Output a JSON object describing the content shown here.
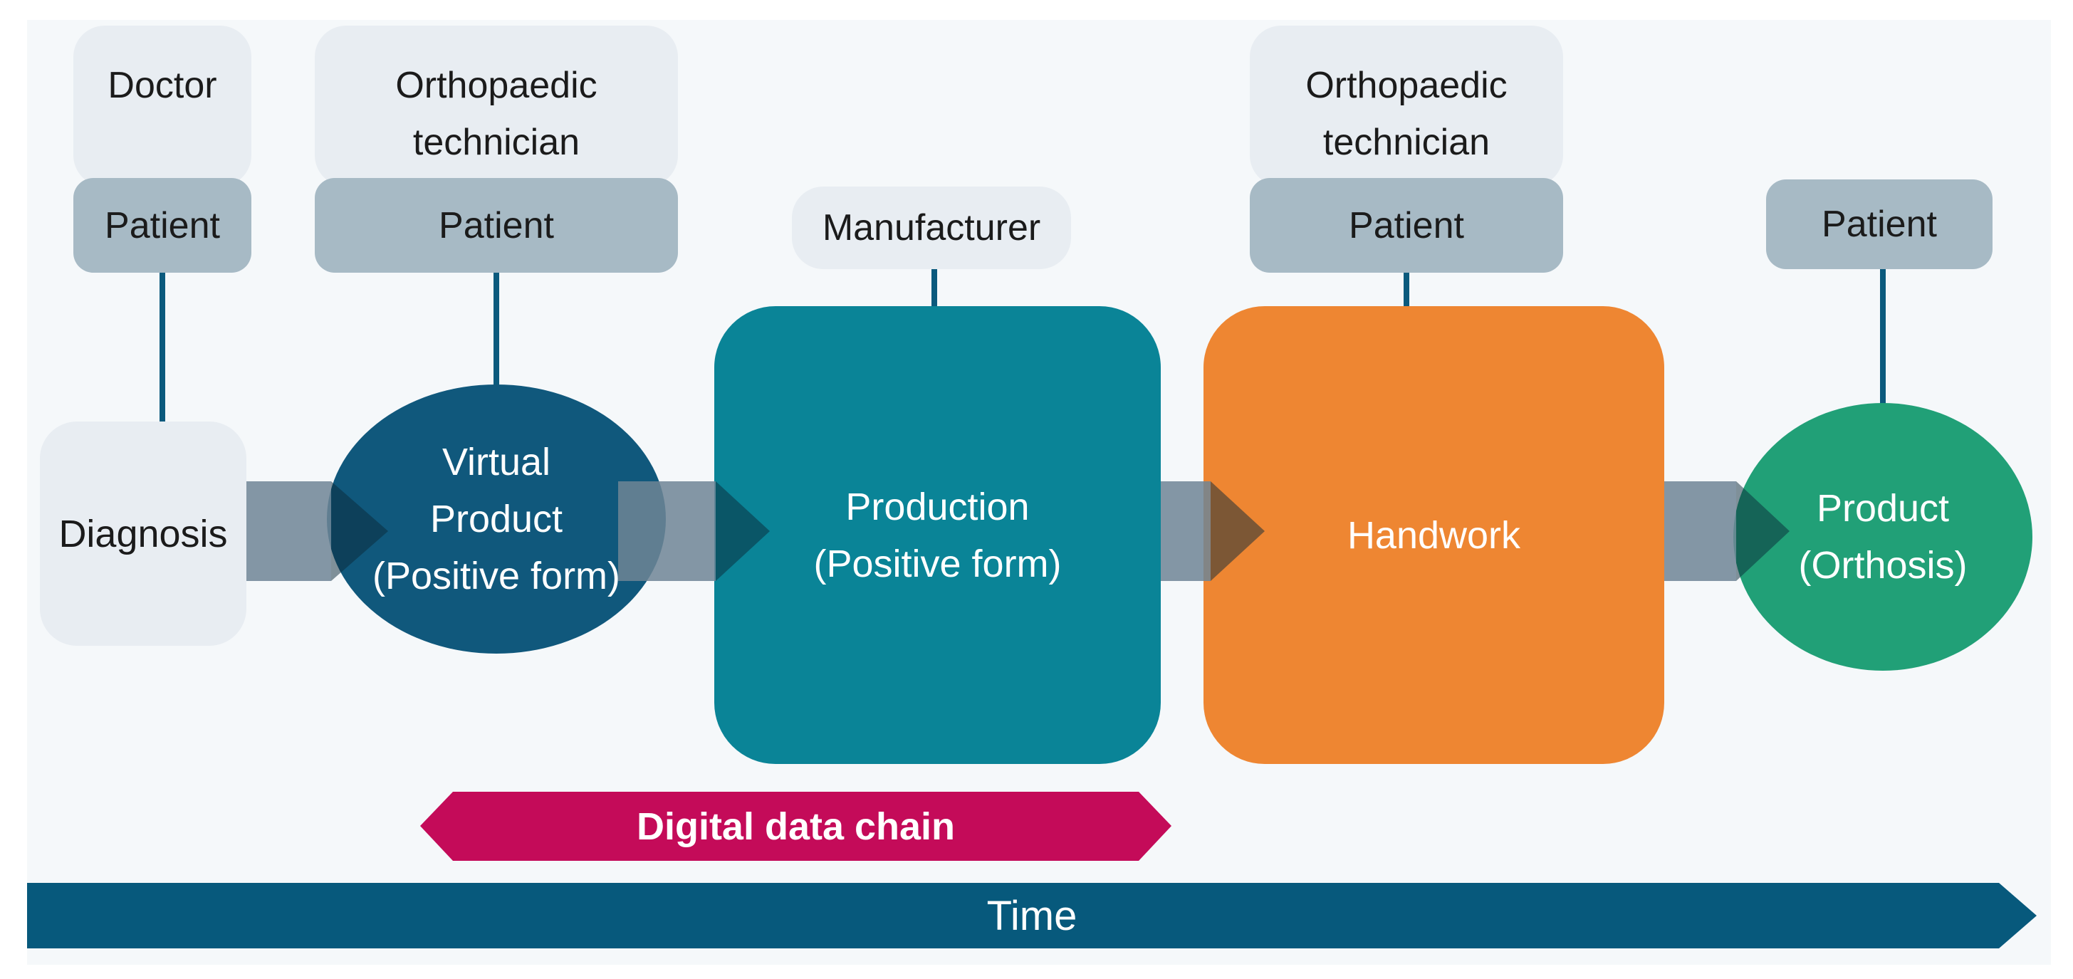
{
  "colors": {
    "page_background": "#ffffff",
    "panel_background": "#f5f8fa",
    "actor_label_box": "#e8edf2",
    "patient_box": "#a7bac5",
    "connector_and_time": "#0b5a7d",
    "virtual_product_ellipse": "#10587c",
    "production_box": "#0a8497",
    "handwork_box": "#ee8632",
    "product_ellipse": "#21a077",
    "digital_chain_arrow": "#c40b59",
    "flow_arrow_band": "#6f8595",
    "flow_arrow_tip": "#0a2837",
    "text_dark": "#1b1b1b",
    "text_light": "#ffffff"
  },
  "actors": {
    "doctor": {
      "label": "Doctor"
    },
    "orthopaedic_technician_1": {
      "line1": "Orthopaedic",
      "line2": "technician"
    },
    "manufacturer": {
      "label": "Manufacturer"
    },
    "orthopaedic_technician_2": {
      "line1": "Orthopaedic",
      "line2": "technician"
    },
    "patient": {
      "label": "Patient"
    }
  },
  "steps": {
    "diagnosis": {
      "label": "Diagnosis"
    },
    "virtual_product": {
      "line1": "Virtual",
      "line2": "Product",
      "line3": "(Positive form)"
    },
    "production": {
      "line1": "Production",
      "line2": "(Positive form)"
    },
    "handwork": {
      "label": "Handwork"
    },
    "product": {
      "line1": "Product",
      "line2": "(Orthosis)"
    }
  },
  "banners": {
    "digital_chain": {
      "label": "Digital data chain"
    },
    "time": {
      "label": "Time"
    }
  }
}
